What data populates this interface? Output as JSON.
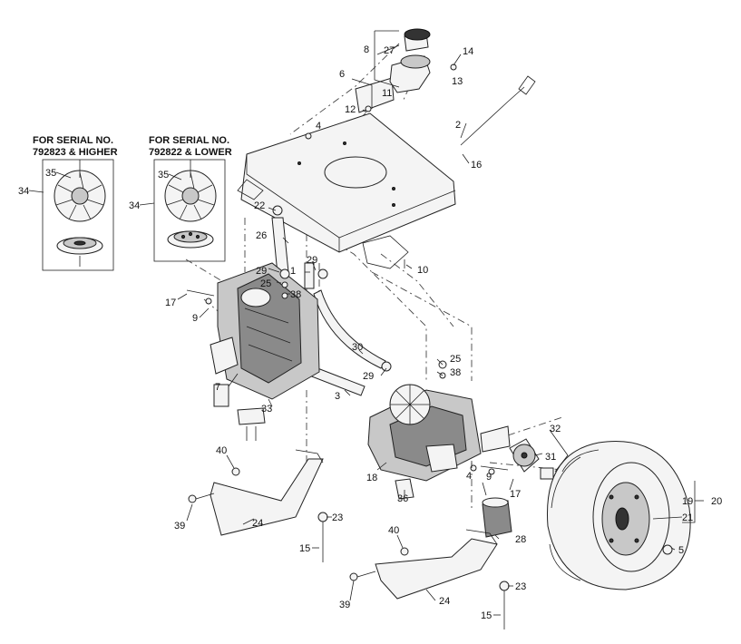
{
  "captions": {
    "left_line1": "FOR SERIAL NO.",
    "left_line2": "792823 & HIGHER",
    "right_line1": "FOR SERIAL NO.",
    "right_line2": "792822 & LOWER"
  },
  "callouts": {
    "c1": "1",
    "c2": "2",
    "c3": "3",
    "c4a": "4",
    "c4b": "4",
    "c5": "5",
    "c6": "6",
    "c7": "7",
    "c8": "8",
    "c9a": "9",
    "c9b": "9",
    "c10": "10",
    "c11": "11",
    "c12": "12",
    "c13": "13",
    "c14": "14",
    "c15a": "15",
    "c15b": "15",
    "c16": "16",
    "c17a": "17",
    "c17b": "17",
    "c18": "18",
    "c19": "19",
    "c20": "20",
    "c21": "21",
    "c22": "22",
    "c23a": "23",
    "c23b": "23",
    "c24a": "24",
    "c24b": "24",
    "c25a": "25",
    "c25b": "25",
    "c26": "26",
    "c27": "27",
    "c28": "28",
    "c29a": "29",
    "c29b": "29",
    "c29c": "29",
    "c30": "30",
    "c31": "31",
    "c32": "32",
    "c33": "33",
    "c34a": "34",
    "c34b": "34",
    "c35a": "35",
    "c35b": "35",
    "c36": "36",
    "c38a": "38",
    "c38b": "38",
    "c39a": "39",
    "c39b": "39",
    "c40a": "40",
    "c40b": "40"
  },
  "colors": {
    "line": "#222222",
    "background": "#ffffff"
  }
}
